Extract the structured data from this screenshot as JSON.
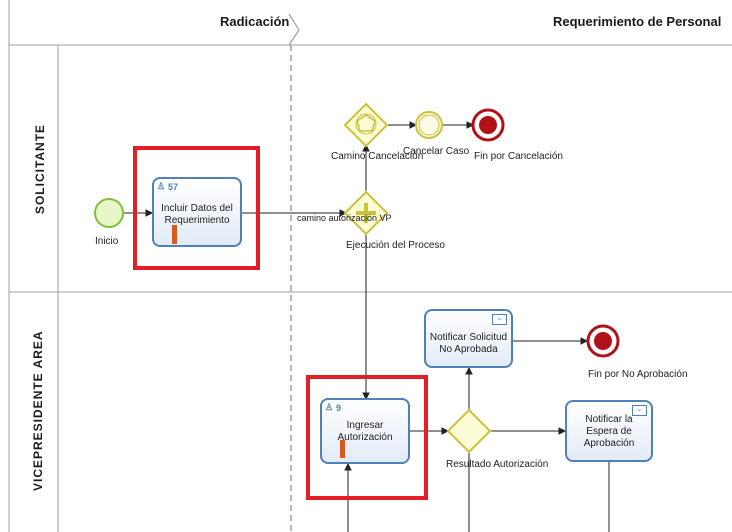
{
  "pools": {
    "left_header": "Radicación",
    "right_header": "Requerimiento de Personal"
  },
  "lanes": [
    {
      "label": "SOLICITANTE"
    },
    {
      "label": "VICEPRESIDENTE AREA"
    }
  ],
  "events": {
    "start": "Inicio",
    "end_cancel": "Fin por Cancelación",
    "end_no_approval": "Fin por No Aprobación",
    "cancel_case": "Cancelar Caso"
  },
  "tasks": {
    "incluir": {
      "line1": "Incluir Datos del",
      "line2": "Requerimiento",
      "count": "57"
    },
    "ingresar": {
      "line1": "Ingresar",
      "line2": "Autorización",
      "count": "9"
    },
    "notificar_solicitud": {
      "line1": "Notificar Solicitud",
      "line2": "No Aprobada"
    },
    "notificar_espera": {
      "line1": "Notificar la",
      "line2": "Espera de",
      "line3": "Aprobación"
    }
  },
  "gateways": {
    "camino_cancelacion": "Camino Cancelación",
    "ejecucion": "Ejecución del Proceso",
    "resultado": "Resultado Autorización"
  },
  "flows": {
    "camino_autorizacion": "camino autorización VP"
  },
  "colors": {
    "highlight": "#e21f26",
    "task_border": "#4f80b8",
    "gateway": "#c9c23a",
    "end_event": "#b1121a",
    "start_event": "#7fbf3c"
  }
}
